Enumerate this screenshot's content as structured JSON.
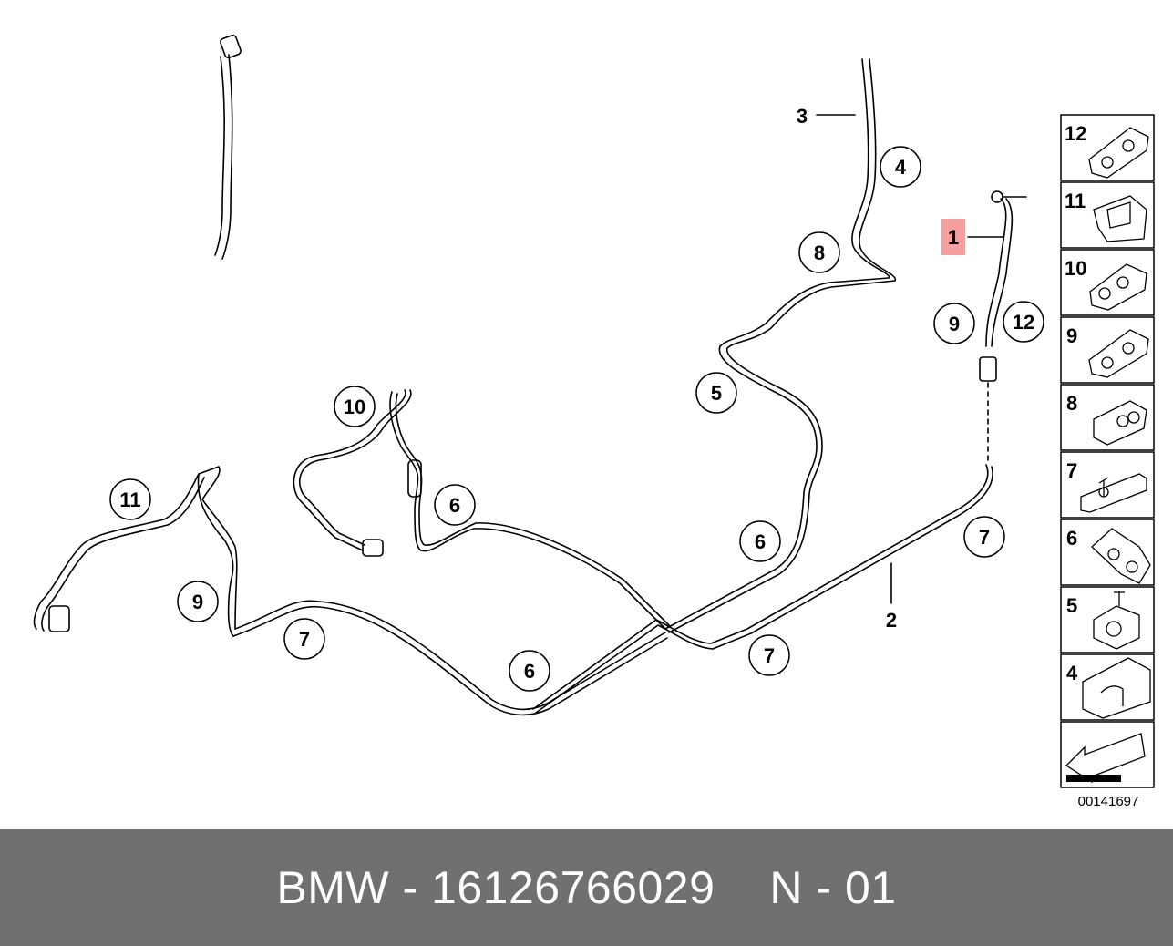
{
  "diagram": {
    "highlight_color": "#f4a0a0",
    "line_color": "#000000",
    "part_labels": [
      "1",
      "2",
      "3"
    ],
    "callouts": [
      "4",
      "5",
      "6",
      "6",
      "6",
      "7",
      "7",
      "7",
      "8",
      "9",
      "9",
      "10",
      "11",
      "12"
    ],
    "highlighted_part": "1",
    "catalog_code": "00141697"
  },
  "legend": {
    "items": [
      {
        "num": "12",
        "icon": "clip-icon"
      },
      {
        "num": "11",
        "icon": "bracket-clip-icon"
      },
      {
        "num": "10",
        "icon": "double-clip-icon"
      },
      {
        "num": "9",
        "icon": "clip-icon"
      },
      {
        "num": "8",
        "icon": "grommet-icon"
      },
      {
        "num": "7",
        "icon": "mounting-bracket-icon"
      },
      {
        "num": "6",
        "icon": "clip-icon"
      },
      {
        "num": "5",
        "icon": "stud-clip-icon"
      },
      {
        "num": "4",
        "icon": "block-clip-icon"
      }
    ],
    "direction_icon": "arrow-left-icon"
  },
  "footer": {
    "brand": "BMW",
    "sep1": " - ",
    "part_number": "16126766029",
    "position": "N - 01"
  }
}
